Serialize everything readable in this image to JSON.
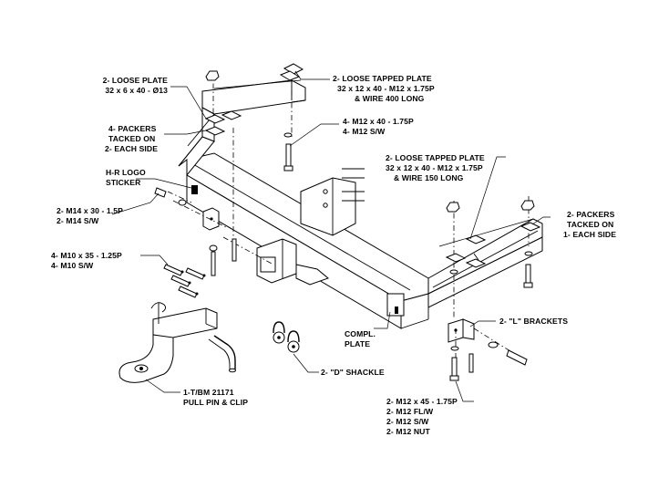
{
  "callouts": {
    "loose_plate_left": [
      "2- LOOSE PLATE",
      "32 x 6 x 40 - Ø13"
    ],
    "loose_tapped_plate_top": [
      "2- LOOSE TAPPED PLATE",
      "32 x 12 x 40 - M12 x 1.75P",
      "& WIRE 400 LONG"
    ],
    "packers_left": [
      "4- PACKERS",
      "TACKED ON",
      "2- EACH SIDE"
    ],
    "bolts_m12_40": [
      "4- M12 x 40 - 1.75P",
      "4- M12 S/W"
    ],
    "hr_logo": [
      "H-R LOGO",
      "STICKER"
    ],
    "loose_tapped_plate_right": [
      "2- LOOSE TAPPED PLATE",
      "32 x 12 x 40 - M12 x 1.75P",
      "& WIRE 150 LONG"
    ],
    "bolts_m14": [
      "2- M14 x 30 - 1.5P",
      "2- M14 S/W"
    ],
    "packers_right": [
      "2- PACKERS",
      "TACKED ON",
      "1- EACH SIDE"
    ],
    "bolts_m10": [
      "4- M10 x 35 - 1.25P",
      "4- M10 S/W"
    ],
    "l_brackets": [
      "2- \"L\" BRACKETS"
    ],
    "compl_plate": [
      "COMPL.",
      "PLATE"
    ],
    "d_shackle": [
      "2- \"D\" SHACKLE"
    ],
    "tow_ball_mount": [
      "1-T/BM 21171",
      "PULL PIN & CLIP"
    ],
    "bolts_m12_45": [
      "2- M12 x 45 - 1.75P",
      "2- M12 FL/W",
      "2- M12 S/W",
      "2- M12 NUT"
    ]
  }
}
